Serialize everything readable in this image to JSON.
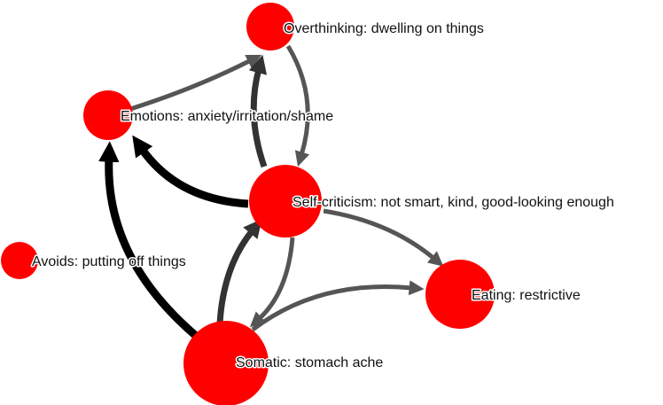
{
  "diagram": {
    "node_color": "#ff0000",
    "edge_colors": {
      "strong": "#000000",
      "medium": "#333333",
      "weak": "#555555"
    },
    "nodes": [
      {
        "id": "overthinking",
        "label": "Overthinking: dwelling on things"
      },
      {
        "id": "emotions",
        "label": "Emotions: anxiety/irritation/shame"
      },
      {
        "id": "self_criticism",
        "label": "Self-criticism: not smart, kind, good-looking enough"
      },
      {
        "id": "avoids",
        "label": "Avoids: putting off things"
      },
      {
        "id": "eating",
        "label": "Eating: restrictive"
      },
      {
        "id": "somatic",
        "label": "Somatic: stomach ache"
      }
    ],
    "edges": [
      {
        "from": "emotions",
        "to": "overthinking",
        "strength": "weak"
      },
      {
        "from": "overthinking",
        "to": "self_criticism",
        "strength": "weak"
      },
      {
        "from": "self_criticism",
        "to": "overthinking",
        "strength": "medium"
      },
      {
        "from": "self_criticism",
        "to": "emotions",
        "strength": "strong"
      },
      {
        "from": "somatic",
        "to": "emotions",
        "strength": "strong"
      },
      {
        "from": "somatic",
        "to": "self_criticism",
        "strength": "medium"
      },
      {
        "from": "self_criticism",
        "to": "somatic",
        "strength": "weak"
      },
      {
        "from": "self_criticism",
        "to": "eating",
        "strength": "weak"
      },
      {
        "from": "somatic",
        "to": "eating",
        "strength": "weak"
      }
    ]
  }
}
